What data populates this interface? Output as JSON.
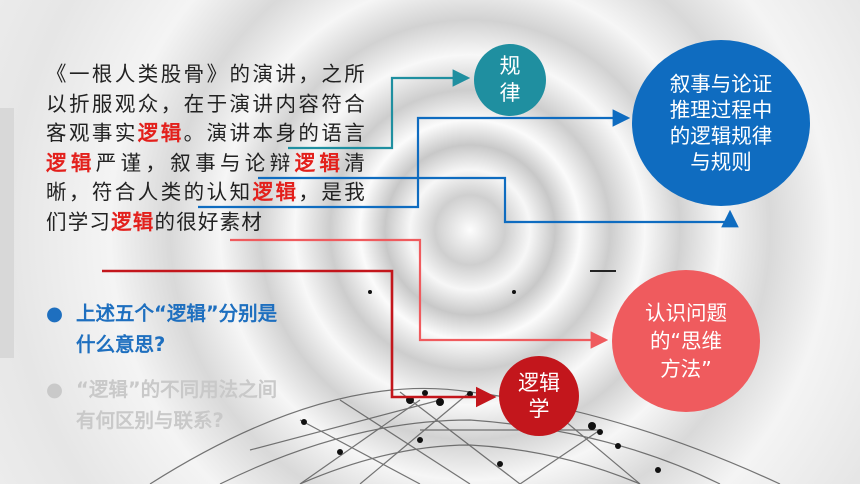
{
  "paragraph": {
    "line1": "《一根人类股骨》的演讲，",
    "line2": "之所以折服观众，在于演讲",
    "line3a": "内容符合客观事实",
    "kw1": "逻辑",
    "line3b": "。演",
    "line4a": "讲本身的语言",
    "kw2": "逻辑",
    "line4b": "严谨，叙",
    "line5a": "事与论辩",
    "kw3": "逻辑",
    "line5b": "清晰，符合人",
    "line6a": "类的认知",
    "kw4": "逻辑",
    "line6b": "，是我们学习",
    "kw5": "逻辑",
    "line7b": "的很好素材"
  },
  "questions": [
    {
      "bullet": "●",
      "line1": "上述五个“逻辑”分别是",
      "line2": "什么意思?"
    },
    {
      "bullet": "●",
      "line1": "“逻辑”的不同用法之间",
      "line2": "有何区别与联系?"
    }
  ],
  "bubbles": {
    "guilv": {
      "line1": "规",
      "line2": "律"
    },
    "narrative": {
      "line1": "叙事与论证",
      "line2": "推理过程中",
      "line3": "的逻辑规律",
      "line4": "与规则"
    },
    "method": {
      "line1": "认识问题",
      "line2": "的“思维",
      "line3": "方法”"
    },
    "logic": {
      "line1": "逻辑",
      "line2": "学"
    }
  },
  "colors": {
    "keyword": "#e3201c",
    "teal": "#1f8fa0",
    "blue": "#0f6cc0",
    "coral": "#ef5b5e",
    "crimson": "#c3161c",
    "question_active": "#1e6fbf",
    "question_muted": "#c9c9c9"
  }
}
